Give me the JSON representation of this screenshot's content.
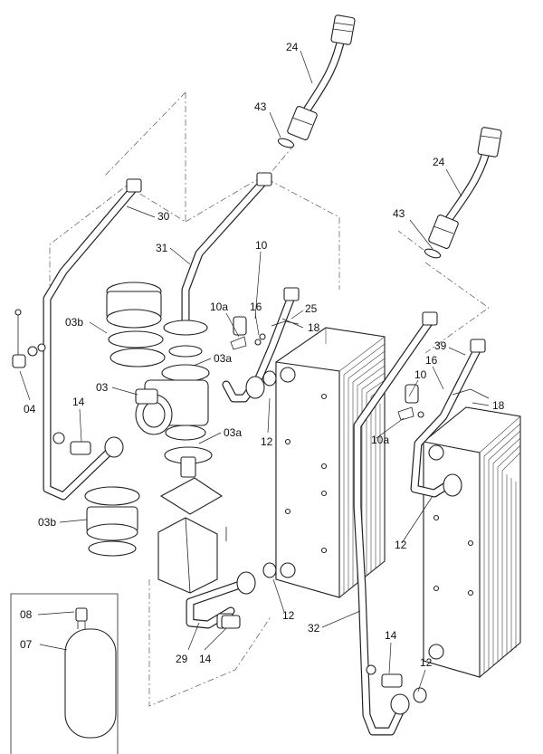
{
  "callouts": [
    {
      "id": "c24a",
      "text": "24"
    },
    {
      "id": "c43a",
      "text": "43"
    },
    {
      "id": "c24b",
      "text": "24"
    },
    {
      "id": "c43b",
      "text": "43"
    },
    {
      "id": "c30",
      "text": "30"
    },
    {
      "id": "c31",
      "text": "31"
    },
    {
      "id": "c10a",
      "text": "10"
    },
    {
      "id": "c10aa",
      "text": "10a"
    },
    {
      "id": "c16a",
      "text": "16"
    },
    {
      "id": "c25",
      "text": "25"
    },
    {
      "id": "c18a",
      "text": "18"
    },
    {
      "id": "c03b1",
      "text": "03b"
    },
    {
      "id": "c03a1",
      "text": "03a"
    },
    {
      "id": "c03",
      "text": "03"
    },
    {
      "id": "c03a2",
      "text": "03a"
    },
    {
      "id": "c04",
      "text": "04"
    },
    {
      "id": "c14a",
      "text": "14"
    },
    {
      "id": "c03b2",
      "text": "03b"
    },
    {
      "id": "c12a",
      "text": "12"
    },
    {
      "id": "c39",
      "text": "39"
    },
    {
      "id": "c10b",
      "text": "10"
    },
    {
      "id": "c16b",
      "text": "16"
    },
    {
      "id": "c18b",
      "text": "18"
    },
    {
      "id": "c10ab",
      "text": "10a"
    },
    {
      "id": "c12b",
      "text": "12"
    },
    {
      "id": "c12c",
      "text": "12"
    },
    {
      "id": "c32",
      "text": "32"
    },
    {
      "id": "c29",
      "text": "29"
    },
    {
      "id": "c14b",
      "text": "14"
    },
    {
      "id": "c14c",
      "text": "14"
    },
    {
      "id": "c12d",
      "text": "12"
    },
    {
      "id": "c08",
      "text": "08"
    },
    {
      "id": "c07",
      "text": "07"
    }
  ]
}
